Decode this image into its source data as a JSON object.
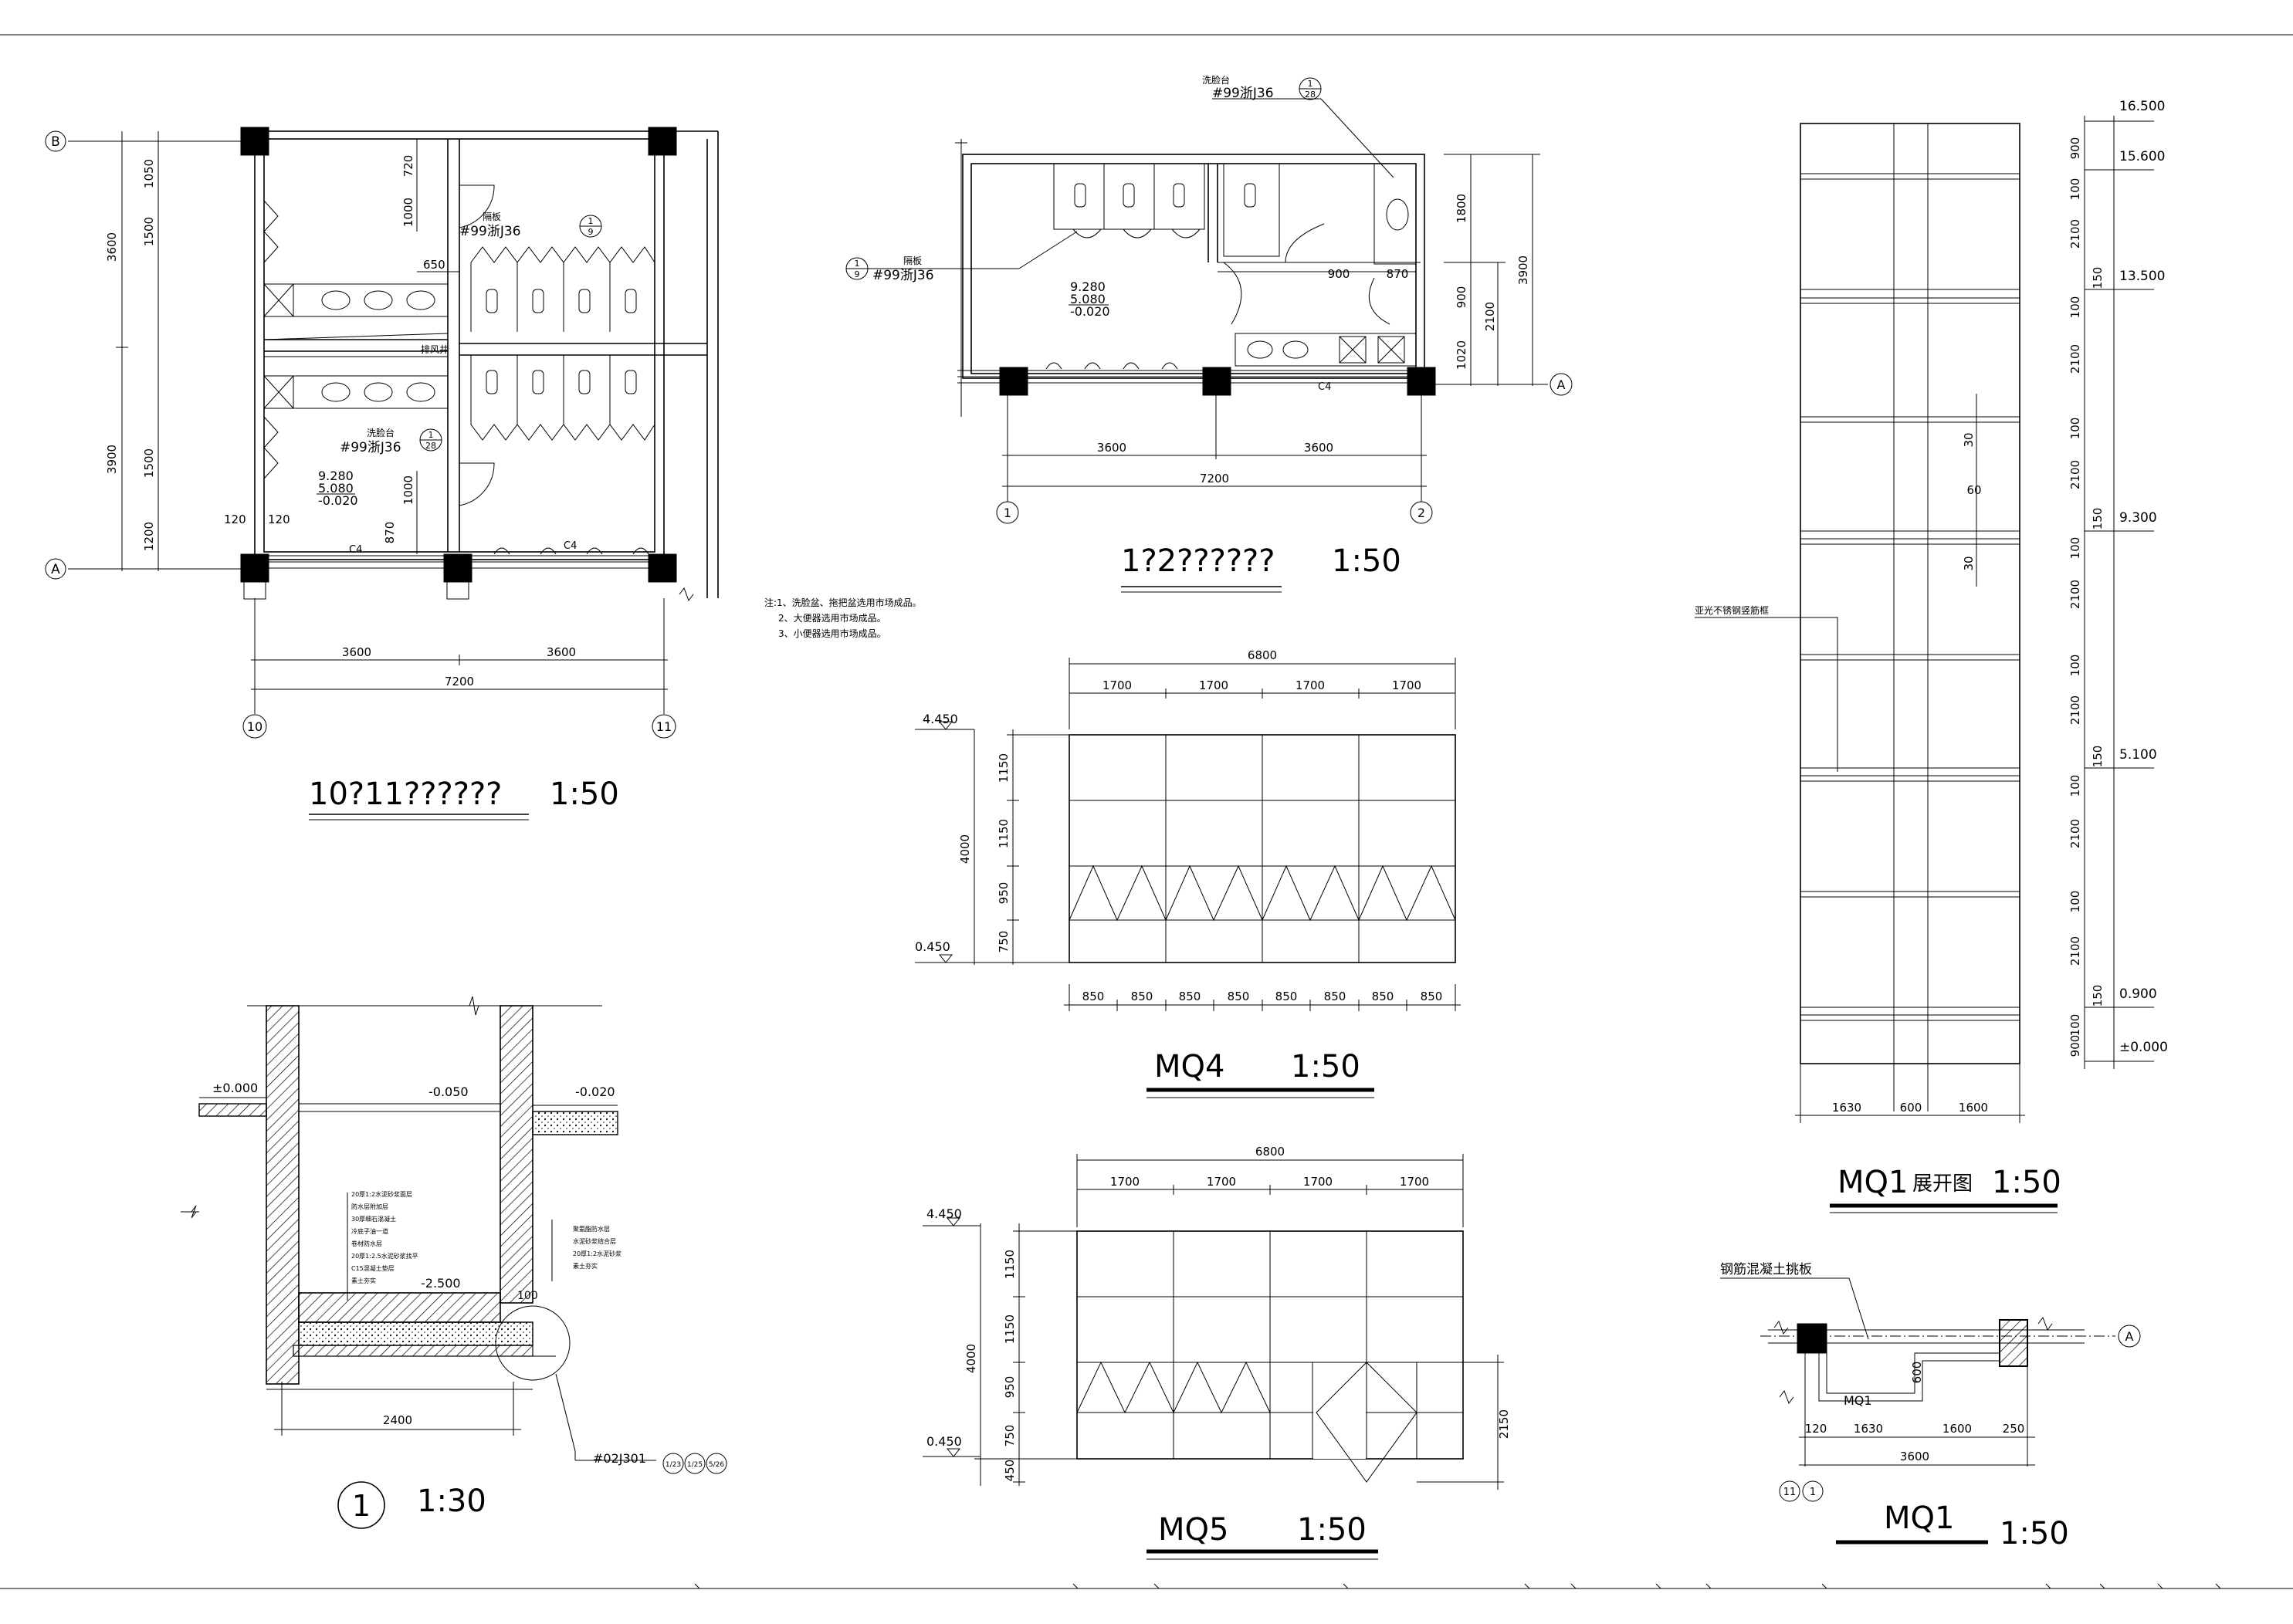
{
  "plan_10_11": {
    "title": "10?11??????",
    "scale": "1:50",
    "axis_b": "B",
    "axis_a": "A",
    "axis_10": "10",
    "axis_11": "11",
    "dims_left": [
      "3600",
      "3900"
    ],
    "dims_left_inner": [
      "1050",
      "1500",
      "1500",
      "1200"
    ],
    "dims_top_inner": [
      "720",
      "1000",
      "1000",
      "870"
    ],
    "dim_650": "650",
    "dims_bottom": [
      "3600",
      "3600"
    ],
    "dim_total": "7200",
    "dims_120": [
      "120",
      "120"
    ],
    "partition_label": "隔板",
    "partition_ref": "#99浙J36",
    "partition_callout": [
      "1",
      "9"
    ],
    "basin_label": "洗脸台",
    "basin_ref": "#99浙J36",
    "basin_callout": [
      "1",
      "28"
    ],
    "shaft_label": "排风井",
    "elevations": [
      "9.280",
      "5.080",
      "-0.020"
    ],
    "c4_labels": [
      "C4",
      "C4"
    ]
  },
  "notes": [
    "注:1、洗脸盆、拖把盆选用市场成品。",
    "2、大便器选用市场成品。",
    "3、小便器选用市场成品。"
  ],
  "plan_1_2": {
    "title": "1?2??????",
    "scale": "1:50",
    "basin_label": "洗脸台",
    "basin_ref": "#99浙J36",
    "basin_callout": [
      "1",
      "28"
    ],
    "partition_label": "隔板",
    "partition_ref": "#99浙J36",
    "partition_callout": [
      "1",
      "9"
    ],
    "elevations": [
      "9.280",
      "5.080",
      "-0.020"
    ],
    "dims_right": [
      "1800",
      "900",
      "2100",
      "1020",
      "3900"
    ],
    "dims_mid": [
      "900",
      "870"
    ],
    "dims_bottom": [
      "3600",
      "3600"
    ],
    "dim_total": "7200",
    "axis_1": "1",
    "axis_2": "2",
    "axis_a": "A",
    "c4_label": "C4"
  },
  "mq4": {
    "title": "MQ4",
    "scale": "1:50",
    "dim_total": "6800",
    "dims_top": [
      "1700",
      "1700",
      "1700",
      "1700"
    ],
    "dims_left": [
      "1150",
      "1150",
      "950",
      "750"
    ],
    "dim_height": "4000",
    "level_top": "4.450",
    "level_bottom": "0.450",
    "dims_bottom": [
      "850",
      "850",
      "850",
      "850",
      "850",
      "850",
      "850",
      "850"
    ]
  },
  "mq5": {
    "title": "MQ5",
    "scale": "1:50",
    "dim_total": "6800",
    "dims_top": [
      "1700",
      "1700",
      "1700",
      "1700"
    ],
    "dims_left": [
      "1150",
      "1150",
      "950",
      "750",
      "450"
    ],
    "dim_height": "4000",
    "dim_right": "2150",
    "level_top": "4.450",
    "level_bottom": "0.450"
  },
  "mq1_unfold": {
    "title": "MQ1",
    "title_suffix": "展开图",
    "scale": "1:50",
    "levels": [
      "16.500",
      "15.600",
      "13.500",
      "9.300",
      "5.100",
      "0.900",
      "±0.000"
    ],
    "dims_right": [
      "900",
      "100",
      "2100",
      "150",
      "100",
      "2100",
      "100",
      "2100",
      "150",
      "100",
      "2100",
      "100",
      "2100",
      "150",
      "100",
      "2100",
      "100",
      "2100",
      "150",
      "100",
      "900"
    ],
    "dims_mid": [
      "30",
      "60",
      "30"
    ],
    "dims_bottom": [
      "1630",
      "600",
      "1600"
    ],
    "frame_label": "亚光不锈钢竖筋框"
  },
  "section_1": {
    "callout": "1",
    "scale": "1:30",
    "levels": [
      "±0.000",
      "-0.050",
      "-0.020",
      "-2.500"
    ],
    "dim_width": "2400",
    "dim_100": "100",
    "ref": "#02J301",
    "ref_callouts": [
      "1/23",
      "1/25",
      "5/26"
    ],
    "layers_left": [
      "20厚1:2水泥砂浆面层",
      "防水层附加层",
      "30厚细石混凝土",
      "冷底子油一道",
      "卷材防水层",
      "20厚1:2.5水泥砂浆找平",
      "C15混凝土垫层",
      "素土夯实"
    ],
    "layers_right": [
      "聚氨酯防水层",
      "水泥砂浆结合层",
      "20厚1:2水泥砂浆",
      "素土夯实"
    ]
  },
  "mq1_plan": {
    "title": "MQ1",
    "scale": "1:50",
    "label": "钢筋混凝土挑板",
    "mq1_tag": "MQ1",
    "dim_600": "600",
    "dims_bottom": [
      "120",
      "1630",
      "1600",
      "250"
    ],
    "dim_total": "3600",
    "axis_a": "A",
    "axis_11": "11",
    "axis_1": "1"
  }
}
